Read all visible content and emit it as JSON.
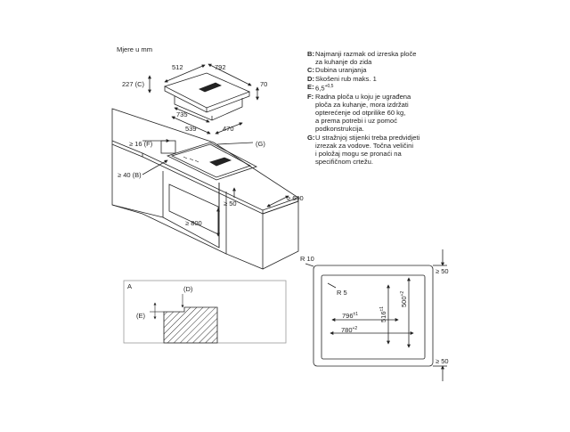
{
  "units_label": "Mjere u mm",
  "hob": {
    "w": "792",
    "d": "512",
    "h": "70",
    "c": "227 (C)",
    "cut_w": "735",
    "cut_d": "539",
    "cut_d2": "470"
  },
  "install": {
    "f": "≥ 16 (F)",
    "b": "≥ 40 (B)",
    "g": "(G)",
    "front": "≥ 50",
    "rear": "≥ 800",
    "side": "≥ 600"
  },
  "detail": {
    "a": "A",
    "d": "(D)",
    "e": "(E)"
  },
  "cutout": {
    "r10": "R 10",
    "r5": "R 5",
    "w_outer": "796",
    "w_outer_tol": "±1",
    "w_inner": "780",
    "w_inner_tol": "+2",
    "h_outer": "516",
    "h_outer_tol": "±1",
    "h_inner": "500",
    "h_inner_tol": "+2",
    "gap_top": "≥ 50",
    "gap_bottom": "≥ 50"
  },
  "legend": [
    {
      "key": "B:",
      "text": "Najmanji razmak od izreska ploče\nza kuhanje do zida"
    },
    {
      "key": "C:",
      "text": "Dubina uranjanja"
    },
    {
      "key": "D:",
      "text": "Skošeni rub maks. 1"
    },
    {
      "key": "E:",
      "text": "6,5"
    },
    {
      "key": "F:",
      "text": "Radna ploča u koju je ugrađena\nploča za kuhanje, mora izdržati\nopterećenje od otprilike 60 kg,\na prema potrebi i uz pomoć\npodkonstrukcija."
    },
    {
      "key": "G:",
      "text": "U stražnjoj stijenki treba predvidjeti\nizrezak za vodove. Točna veličini\ni položaj mogu se pronaći na\nspecifičnom crtežu."
    }
  ],
  "legend_e_sup": "+0,5"
}
